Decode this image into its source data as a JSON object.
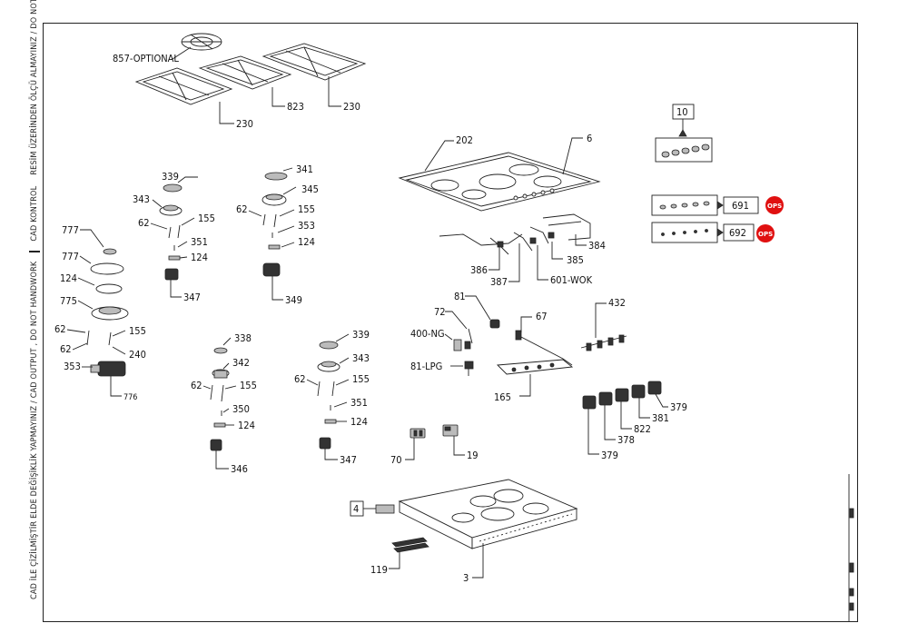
{
  "side_text": {
    "part1": "CAD İLE ÇİZİLMİŞTİR ELDE DEĞİŞİKLİK YAPMAYINIZ / CAD OUTPUT , DO NOT HANDWORK",
    "part2": "CAD KONTROL",
    "part3": "RESİM ÜZERİNDEN ÖLÇÜ ALMAYINIZ / DO NOT SCALE"
  },
  "labels": {
    "l857": "857-OPTIONAL",
    "l823": "823",
    "l230a": "230",
    "l230b": "230",
    "l202": "202",
    "l6": "6",
    "l10": "10",
    "l691": "691",
    "l692": "692",
    "ops1": "OPS",
    "ops2": "OPS",
    "l339a": "339",
    "l343a": "343",
    "l62a": "62",
    "l155a": "155",
    "l351a": "351",
    "l124a": "124",
    "l347a": "347",
    "l341": "341",
    "l345": "345",
    "l62b": "62",
    "l155b": "155",
    "l353a": "353",
    "l124b": "124",
    "l349": "349",
    "l777a": "777",
    "l777b": "777",
    "l124c": "124",
    "l775": "775",
    "l62c": "62",
    "l62d": "62",
    "l155c": "155",
    "l240": "240",
    "l353b": "353",
    "l776": "776",
    "l338": "338",
    "l342": "342",
    "l62e": "62",
    "l155d": "155",
    "l350": "350",
    "l124d": "124",
    "l346": "346",
    "l339b": "339",
    "l343b": "343",
    "l62f": "62",
    "l155e": "155",
    "l351b": "351",
    "l124e": "124",
    "l347b": "347",
    "l384": "384",
    "l386": "386",
    "l387": "387",
    "l385": "385",
    "l601": "601-WOK",
    "l81a": "81",
    "l72": "72",
    "l400": "400-NG",
    "l81lpg": "81-LPG",
    "l67": "67",
    "l432": "432",
    "l165": "165",
    "l379a": "379",
    "l381": "381",
    "l822": "822",
    "l378": "378",
    "l379b": "379",
    "l70": "70",
    "l19": "19",
    "l4": "4",
    "l119": "119",
    "l3": "3"
  }
}
